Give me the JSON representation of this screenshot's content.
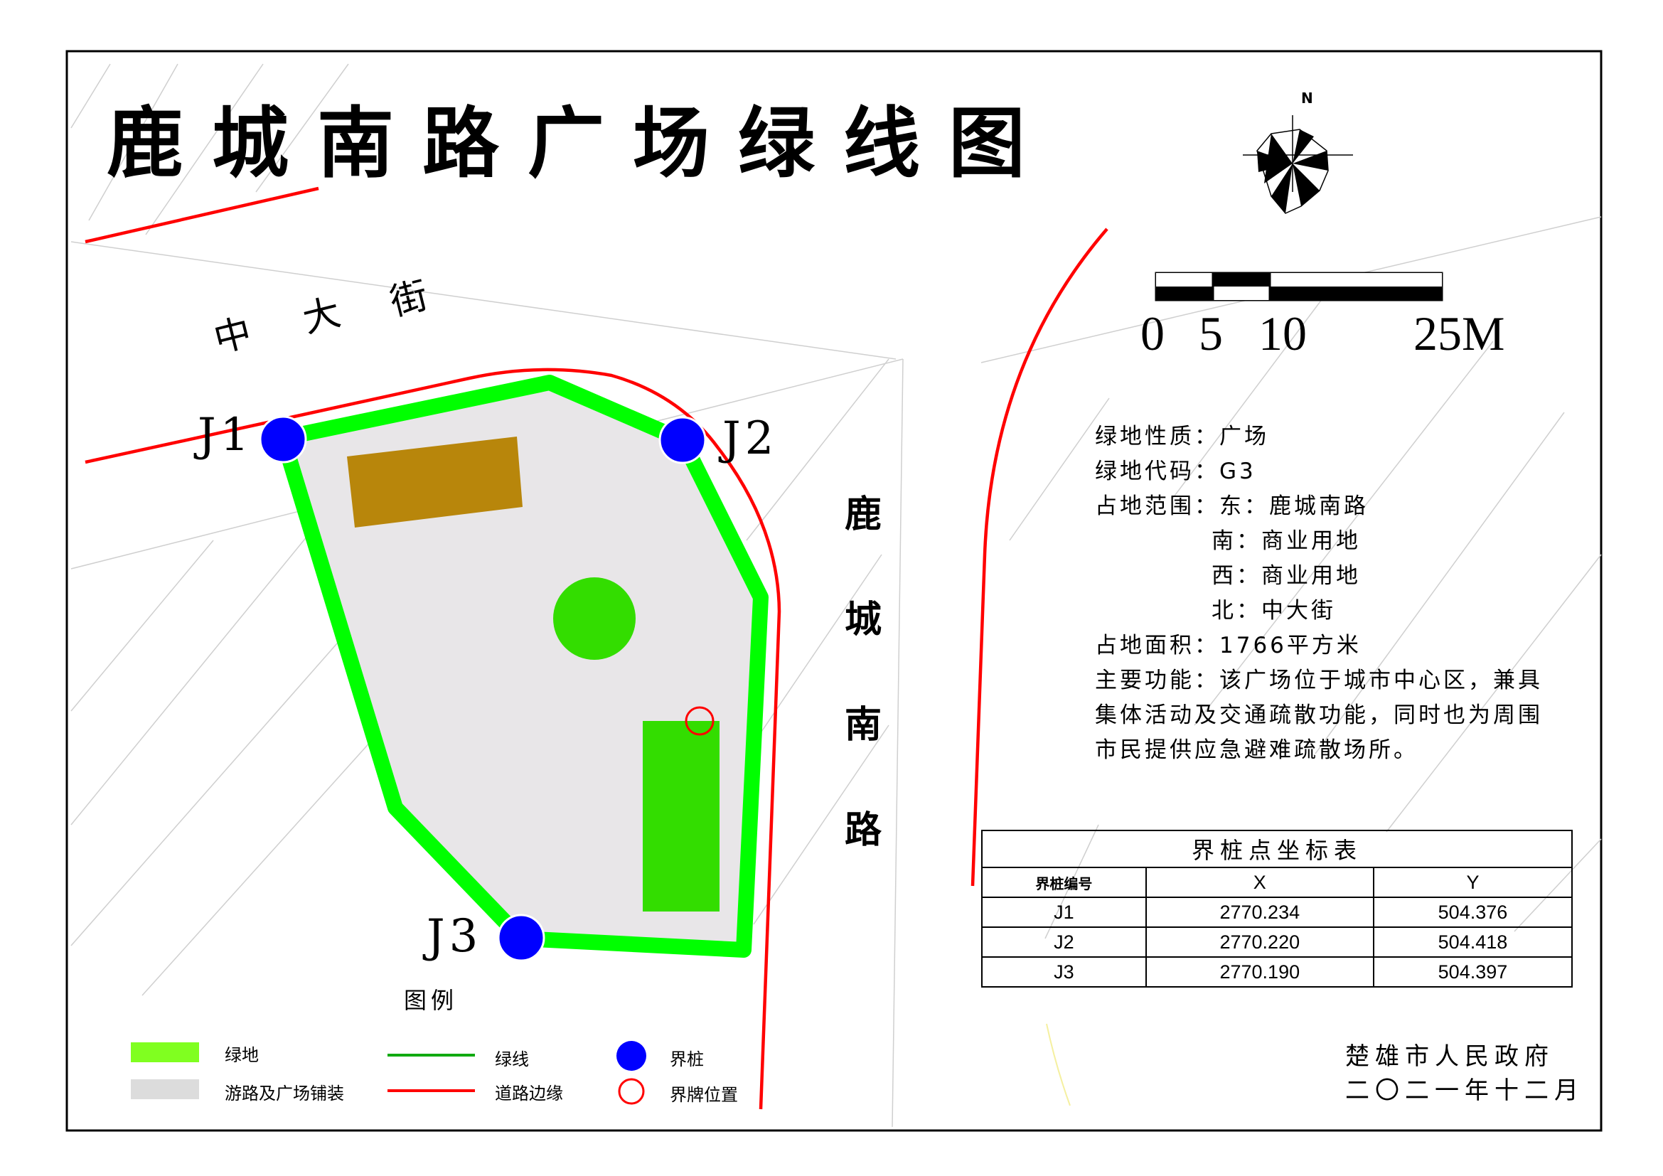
{
  "title": "鹿城南路广场绿线图",
  "streets": {
    "north": [
      "中",
      "大",
      "街"
    ],
    "east": [
      "鹿",
      "城",
      "南",
      "路"
    ]
  },
  "boundary_points": [
    {
      "label": "J1"
    },
    {
      "label": "J2"
    },
    {
      "label": "J3"
    }
  ],
  "north_arrow": "N",
  "scale_bar": {
    "ticks": [
      "0",
      "5",
      "10",
      "25M"
    ]
  },
  "info": {
    "nature": "绿地性质：广场",
    "code": "绿地代码：G3",
    "range_east": "占地范围：东：鹿城南路",
    "range_south": "南：商业用地",
    "range_west": "西：商业用地",
    "range_north": "北：中大街",
    "area": "占地面积：1766平方米",
    "function_1": "主要功能：该广场位于城市中心区，兼具",
    "function_2": "集体活动及交通疏散功能，同时也为周围",
    "function_3": "市民提供应急避难疏散场所。"
  },
  "coords_table": {
    "caption": "界桩点坐标表",
    "headers": [
      "界桩编号",
      "X",
      "Y"
    ],
    "rows": [
      [
        "J1",
        "2770.234",
        "504.376"
      ],
      [
        "J2",
        "2770.220",
        "504.418"
      ],
      [
        "J3",
        "2770.190",
        "504.397"
      ]
    ]
  },
  "legend": {
    "title": "图例",
    "green_area": "绿地",
    "paving": "游路及广场铺装",
    "green_line": "绿线",
    "road_edge": "道路边缘",
    "marker": "界桩",
    "sign": "界牌位置"
  },
  "footer": {
    "org": "楚雄市人民政府",
    "date": "二〇二一年十二月"
  },
  "colors": {
    "green_line": "#00ff00",
    "road_edge": "#ff0000",
    "paving": "#e8e6e8",
    "building": "#b8860b",
    "green_area": "#33dd00",
    "marker": "#0000ff"
  }
}
